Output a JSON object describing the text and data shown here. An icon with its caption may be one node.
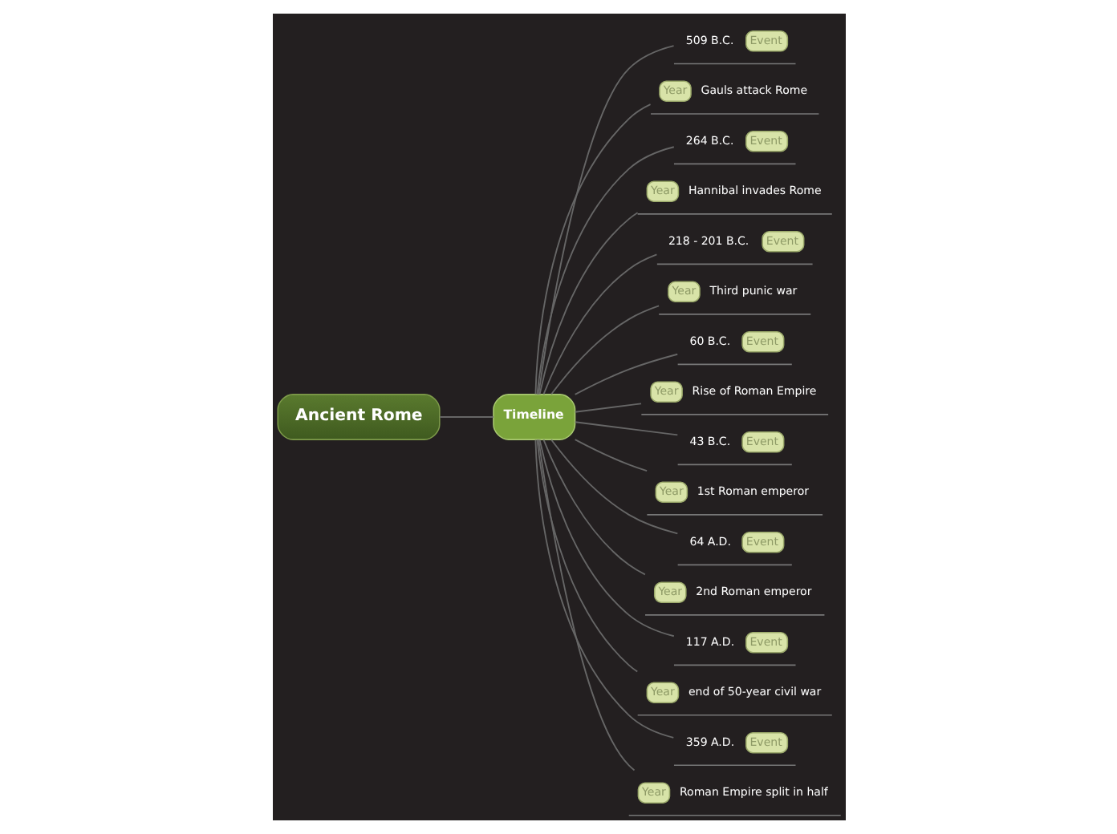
{
  "diagram": {
    "nodes": [
      {
        "text": [
          "Ancient Rome"
        ]
      },
      {
        "text": [
          "Timeline"
        ]
      },
      {
        "text": [
          "509 B.C.",
          "Event"
        ]
      },
      {
        "text": [
          "Year",
          "Gauls attack Rome"
        ]
      },
      {
        "text": [
          "264 B.C.",
          "Event"
        ]
      },
      {
        "text": [
          "Year",
          "Hannibal invades Rome"
        ]
      },
      {
        "text": [
          "218 - 201 B.C.",
          "Event"
        ]
      },
      {
        "text": [
          "Year",
          "Third punic war"
        ]
      },
      {
        "text": [
          "60 B.C.",
          "Event"
        ]
      },
      {
        "text": [
          "Year",
          "Rise of Roman Empire"
        ]
      },
      {
        "text": [
          "43 B.C.",
          "Event"
        ]
      },
      {
        "text": [
          "Year",
          "1st Roman emperor"
        ]
      },
      {
        "text": [
          "64 A.D.",
          "Event"
        ]
      },
      {
        "text": [
          "Year",
          "2nd Roman emperor"
        ]
      },
      {
        "text": [
          "117 A.D.",
          "Event"
        ]
      },
      {
        "text": [
          "Year",
          "end of 50-year civil war"
        ]
      },
      {
        "text": [
          "359 A.D.",
          "Event"
        ]
      },
      {
        "text": [
          "Year",
          "Roman Empire split in half"
        ]
      }
    ],
    "edges": [
      {
        "from": 0,
        "to": 1,
        "arrow": "none"
      },
      {
        "from": 1,
        "to": 2,
        "arrow": "none"
      },
      {
        "from": 1,
        "to": 3,
        "arrow": "none"
      },
      {
        "from": 1,
        "to": 4,
        "arrow": "none"
      },
      {
        "from": 1,
        "to": 5,
        "arrow": "none"
      },
      {
        "from": 1,
        "to": 6,
        "arrow": "none"
      },
      {
        "from": 1,
        "to": 7,
        "arrow": "none"
      },
      {
        "from": 1,
        "to": 8,
        "arrow": "none"
      },
      {
        "from": 1,
        "to": 9,
        "arrow": "none"
      },
      {
        "from": 1,
        "to": 10,
        "arrow": "none"
      },
      {
        "from": 1,
        "to": 11,
        "arrow": "none"
      },
      {
        "from": 1,
        "to": 12,
        "arrow": "none"
      },
      {
        "from": 1,
        "to": 13,
        "arrow": "none"
      },
      {
        "from": 1,
        "to": 14,
        "arrow": "none"
      },
      {
        "from": 1,
        "to": 15,
        "arrow": "none"
      },
      {
        "from": 1,
        "to": 16,
        "arrow": "none"
      },
      {
        "from": 1,
        "to": 17,
        "arrow": "none"
      }
    ]
  }
}
